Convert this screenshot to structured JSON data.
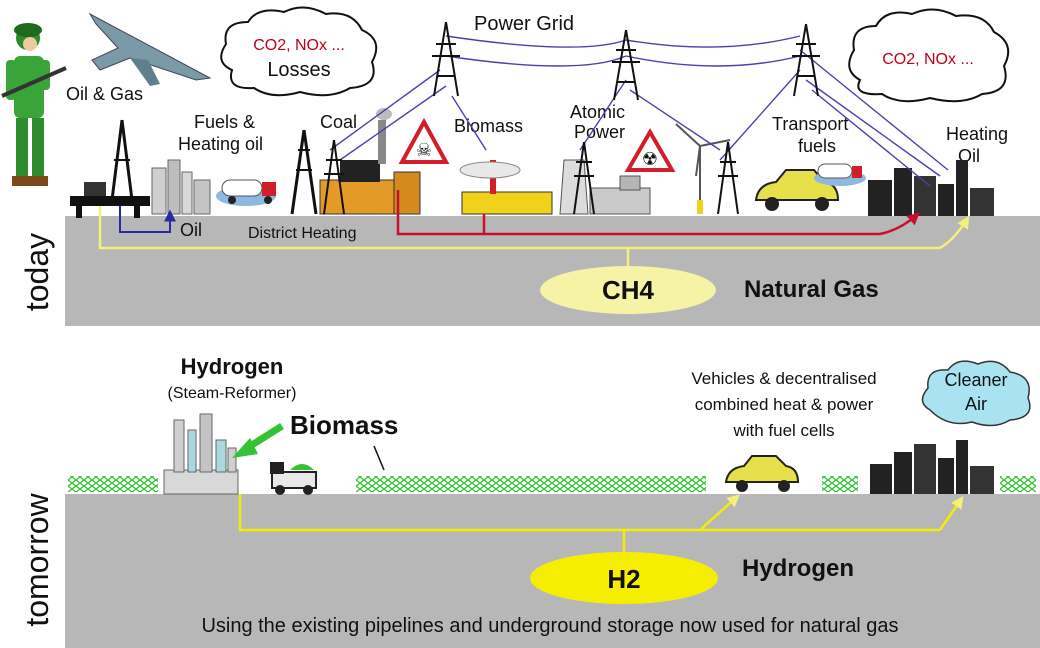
{
  "today": {
    "section_label": "today",
    "labels": {
      "oil_gas": "Oil & Gas",
      "fuels_heating_oil_1": "Fuels &",
      "fuels_heating_oil_2": "Heating oil",
      "coal": "Coal",
      "biomass": "Biomass",
      "atomic_power_1": "Atomic",
      "atomic_power_2": "Power",
      "transport_fuels_1": "Transport",
      "transport_fuels_2": "fuels",
      "heating_oil_1": "Heating",
      "heating_oil_2": "Oil",
      "power_grid": "Power Grid",
      "oil": "Oil",
      "district_heating": "District Heating"
    },
    "cloud_left": {
      "emissions": "CO2, NOx ...",
      "losses": "Losses"
    },
    "cloud_right": {
      "emissions": "CO2, NOx ..."
    },
    "gas": {
      "formula": "CH4",
      "name": "Natural Gas"
    }
  },
  "tomorrow": {
    "section_label": "tomorrow",
    "labels": {
      "hydrogen": "Hydrogen",
      "steam_reformer": "(Steam-Reformer)",
      "biomass": "Biomass",
      "vehicles_1": "Vehicles & decentralised",
      "vehicles_2": "combined heat & power",
      "vehicles_3": "with fuel cells",
      "cleaner_air_1": "Cleaner",
      "cleaner_air_2": "Air"
    },
    "gas": {
      "formula": "H2",
      "name": "Hydrogen"
    },
    "footer": "Using the existing pipelines and underground storage now used for natural gas"
  },
  "colors": {
    "ground": "#b7b7b7",
    "pipe_yellow": "#f5f07a",
    "gas_yellow_today": "#f7f3a6",
    "gas_yellow_tomorrow": "#f6ee00",
    "district_red": "#c8102e",
    "oil_blue": "#2a2aa0",
    "grass": "#35c335",
    "cloud_blue": "#a9e3f2"
  }
}
